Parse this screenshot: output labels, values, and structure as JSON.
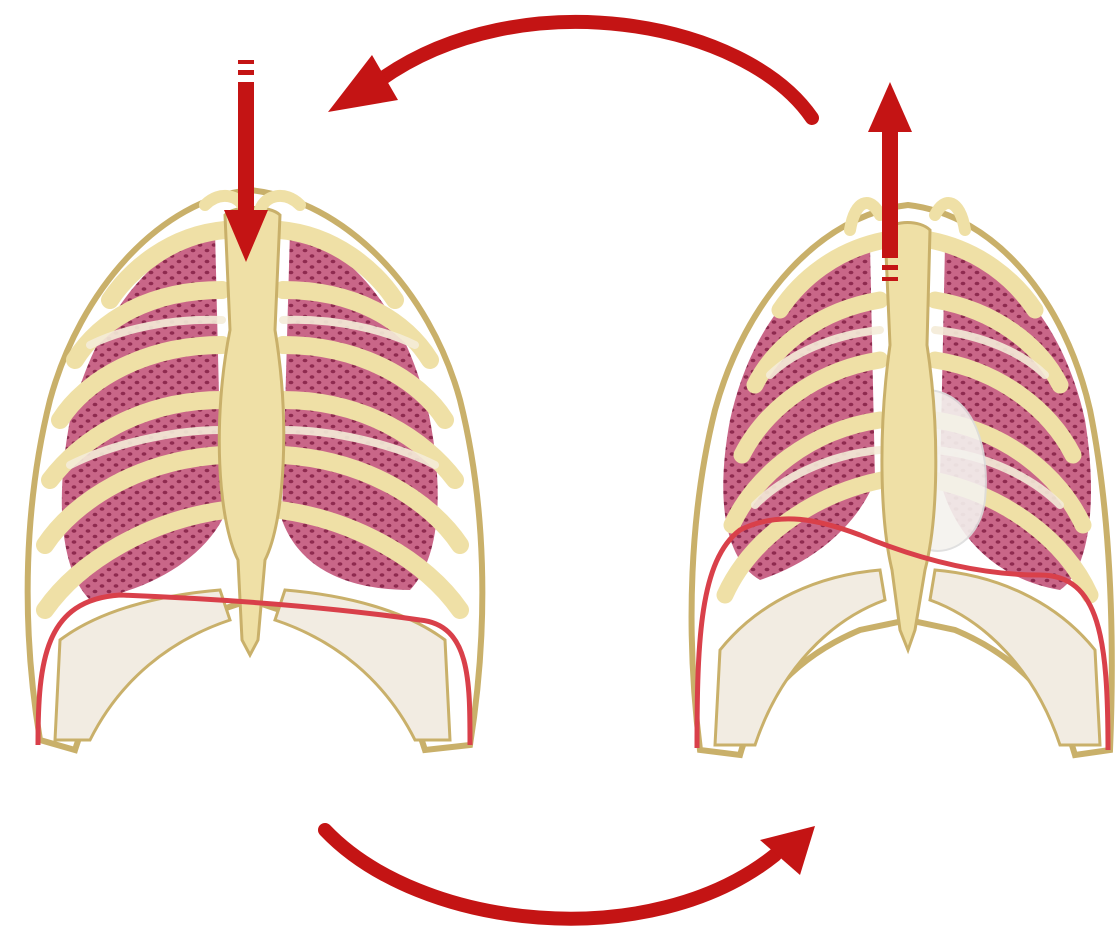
{
  "figure": {
    "panels": [
      {
        "id": "exhalation",
        "sternum_arrow": "down"
      },
      {
        "id": "inhalation",
        "sternum_arrow": "up"
      }
    ],
    "cycle_arrows": [
      {
        "id": "top",
        "direction": "right-to-left"
      },
      {
        "id": "bottom",
        "direction": "left-to-right"
      }
    ]
  },
  "colors": {
    "arrow": "#c41414",
    "diaphragm_line": "#d9404a",
    "bone": "#efe0a6",
    "bone_shadow": "#c9b06a",
    "lung": "#c65f85",
    "lung_spots": "#8e2a4f",
    "cartilage": "#f2ece2",
    "background": "#ffffff"
  }
}
